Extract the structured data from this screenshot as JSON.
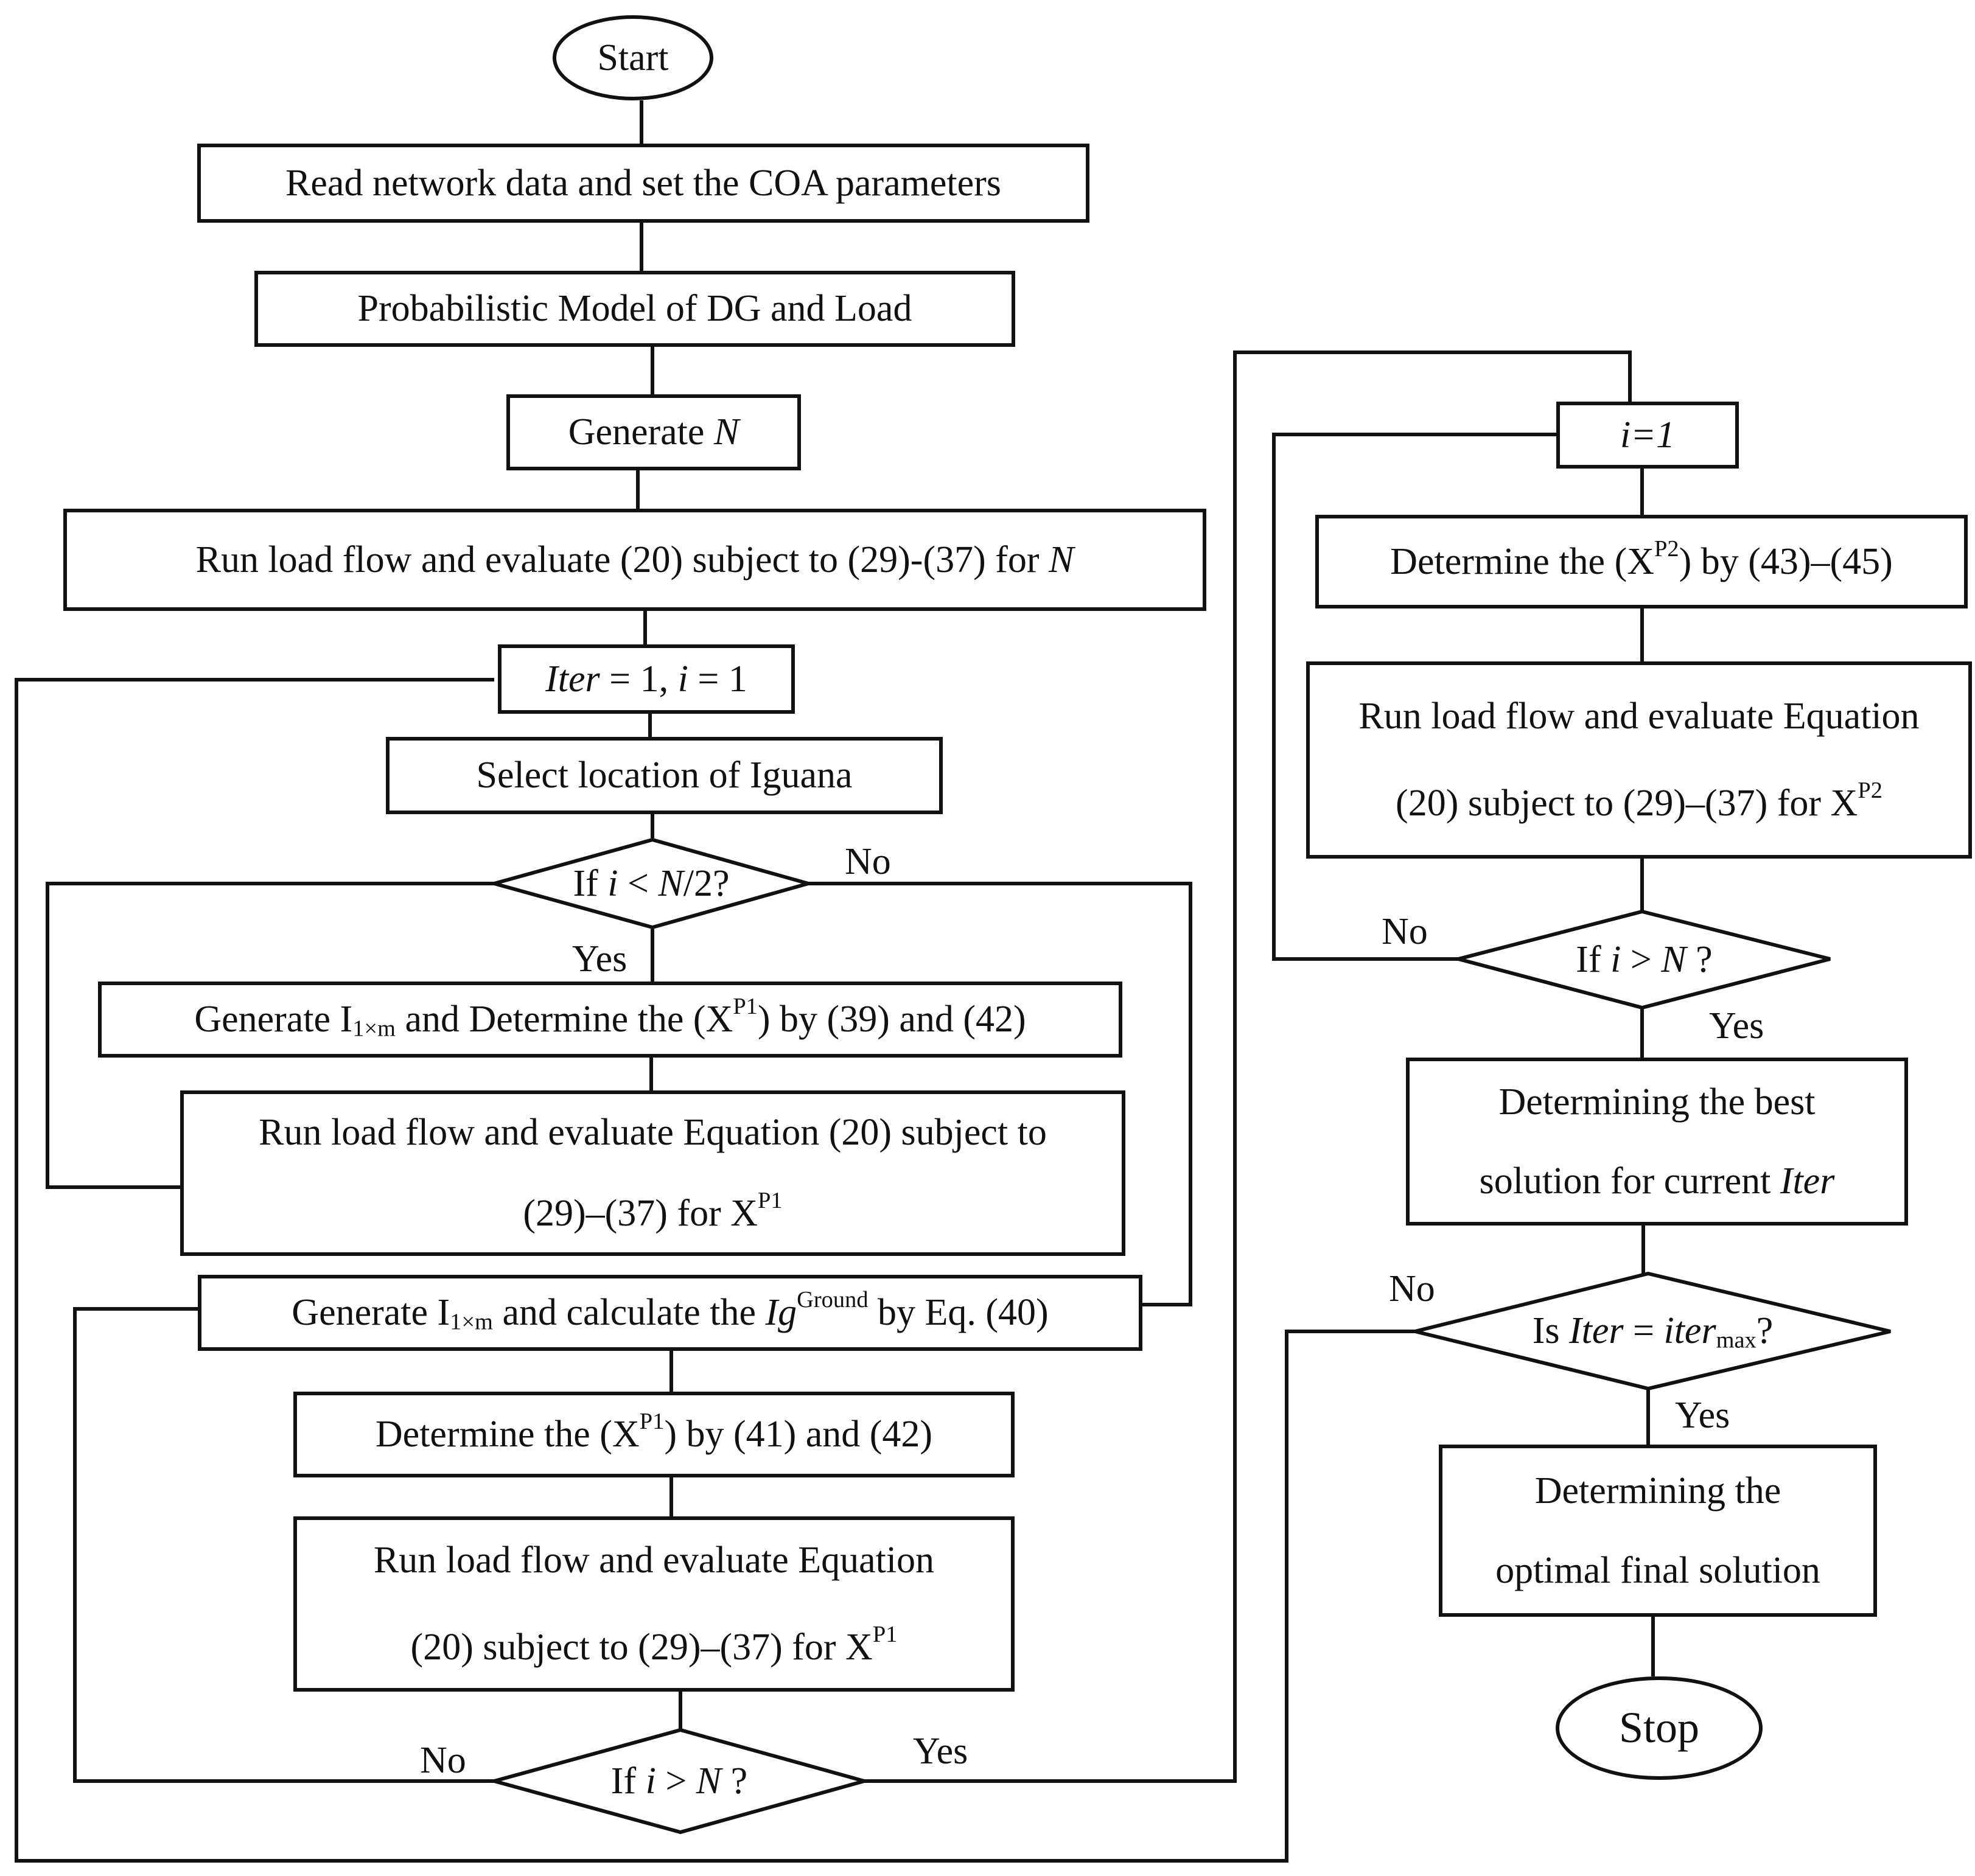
{
  "nodes": {
    "start": "Start",
    "read_data": "Read network data and set the COA parameters",
    "prob_model": "Probabilistic Model of DG and Load",
    "generate_n": [
      "Generate ",
      {
        "i": "N"
      }
    ],
    "run_lf_n": [
      "Run load flow and evaluate (20) subject to (29)-(37) for ",
      {
        "i": "N"
      }
    ],
    "iter_init": [
      {
        "i": "Iter"
      },
      " = 1, ",
      {
        "i": "i"
      },
      " = 1"
    ],
    "select_iguana": "Select location of Iguana",
    "dec_half": [
      "If ",
      {
        "i": "i"
      },
      " < ",
      {
        "i": "N"
      },
      "/2?"
    ],
    "gen_i_xp1": [
      "Generate I",
      {
        "sub": "1×m"
      },
      " and Determine the (X",
      {
        "sup": "P1"
      },
      ") by (39) and (42)"
    ],
    "run_lf_xp1_a": [
      "Run load flow and evaluate Equation (20) subject to",
      {
        "br": true
      },
      "(29)–(37) for X",
      {
        "sup": "P1"
      }
    ],
    "gen_ig_ground": [
      "Generate I",
      {
        "sub": "1×m"
      },
      " and calculate the ",
      {
        "i": "Ig"
      },
      {
        "sup": "Ground"
      },
      " by Eq. (40)"
    ],
    "det_xp1_41": [
      "Determine the (X",
      {
        "sup": "P1"
      },
      ") by (41) and (42)"
    ],
    "run_lf_xp1_b": [
      "Run load flow and evaluate Equation",
      {
        "br": true
      },
      "(20) subject to (29)–(37) for X",
      {
        "sup": "P1"
      }
    ],
    "dec_i_gt_n_left": [
      "If ",
      {
        "i": "i"
      },
      " > ",
      {
        "i": "N"
      },
      " ?"
    ],
    "i_eq_1": [
      {
        "i": "i=1"
      }
    ],
    "det_xp2": [
      "Determine the (X",
      {
        "sup": "P2"
      },
      ") by (43)–(45)"
    ],
    "run_lf_xp2": [
      "Run load flow and evaluate Equation",
      {
        "br": true
      },
      "(20) subject to (29)–(37) for X",
      {
        "sup": "P2"
      }
    ],
    "dec_i_gt_n_right": [
      "If ",
      {
        "i": "i"
      },
      " > ",
      {
        "i": "N"
      },
      " ?"
    ],
    "best_solution": [
      "Determining the best",
      {
        "br": true
      },
      "solution for current ",
      {
        "i": "Iter"
      }
    ],
    "dec_itermax": [
      "Is ",
      {
        "i": "Iter"
      },
      " = ",
      {
        "i": "iter"
      },
      {
        "sub": "max"
      },
      "?"
    ],
    "final_solution": [
      "Determining the",
      {
        "br": true
      },
      "optimal final solution"
    ],
    "stop": "Stop"
  },
  "labels": {
    "no_half": "No",
    "yes_half": "Yes",
    "no_left": "No",
    "yes_left": "Yes",
    "no_right": "No",
    "yes_right": "Yes",
    "no_itermax": "No",
    "yes_itermax": "Yes"
  }
}
